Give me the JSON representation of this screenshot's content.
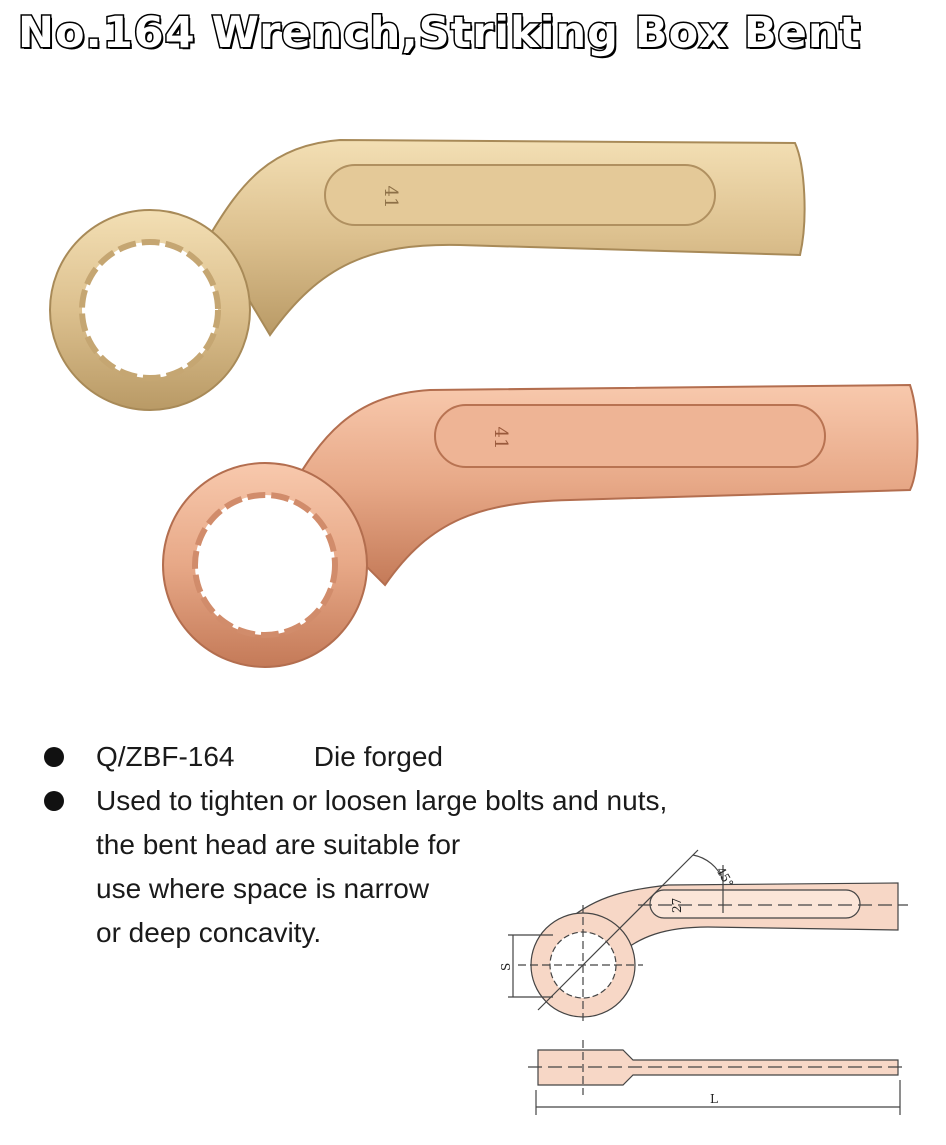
{
  "title": "No.164 Wrench,Striking Box Bent",
  "product": {
    "size_marking": "41",
    "finishes": [
      "gold-bronze",
      "copper"
    ],
    "colors": {
      "gold": "#dcc08e",
      "copper": "#e7a887",
      "diagram_fill": "#f7d7c6"
    }
  },
  "specs": {
    "code": "Q/ZBF-164",
    "process": "Die forged",
    "description_lines": [
      "Used to tighten or loosen large bolts and nuts,",
      "the bent head are suitable for",
      "use where space is narrow",
      "or deep concavity."
    ]
  },
  "diagram": {
    "angle_label": "45°",
    "width_label": "27",
    "opening_label": "S",
    "length_label": "L"
  }
}
